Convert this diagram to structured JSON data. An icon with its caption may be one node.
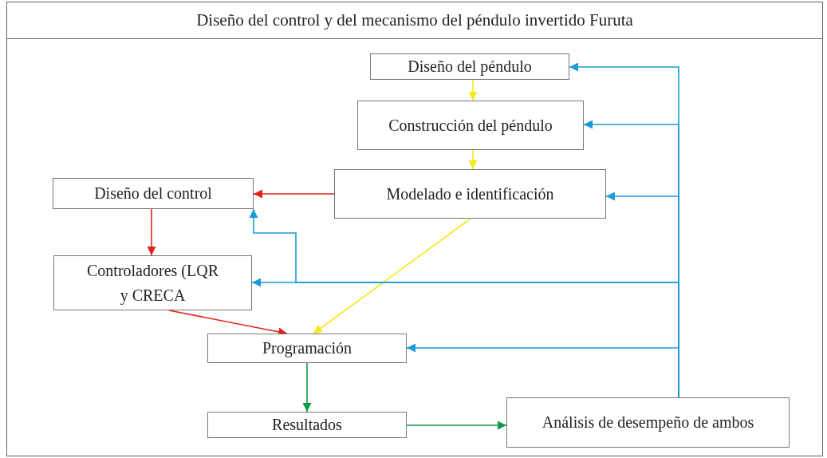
{
  "diagram": {
    "title": "Diseño del control y del mecanismo del péndulo invertido Furuta",
    "nodes": [
      {
        "text": [
          "Diseño del péndulo"
        ]
      },
      {
        "text": [
          "Construcción del péndulo"
        ]
      },
      {
        "text": [
          "Modelado e identificación"
        ]
      },
      {
        "text": [
          "Diseño del control"
        ]
      },
      {
        "text": [
          "Controladores (LQR y CRECA"
        ]
      },
      {
        "text": [
          "Programación"
        ]
      },
      {
        "text": [
          "Resultados"
        ]
      },
      {
        "text": [
          "Análisis de desempeño de ambos"
        ]
      }
    ],
    "edges": [
      {
        "from": 0,
        "to": 1,
        "arrow": "to",
        "color": "#f2ea1c"
      },
      {
        "from": 1,
        "to": 2,
        "arrow": "to",
        "color": "#f2ea1c"
      },
      {
        "from": 2,
        "to": 3,
        "arrow": "to",
        "color": "#e2231a"
      },
      {
        "from": 3,
        "to": 4,
        "arrow": "to",
        "color": "#e2231a"
      },
      {
        "from": 4,
        "to": 5,
        "arrow": "to",
        "color": "#e2231a"
      },
      {
        "from": 2,
        "to": 5,
        "arrow": "to",
        "color": "#f2ea1c"
      },
      {
        "from": 5,
        "to": 6,
        "arrow": "to",
        "color": "#0f9a48"
      },
      {
        "from": 6,
        "to": 7,
        "arrow": "to",
        "color": "#0f9a48"
      },
      {
        "from": 7,
        "to": 0,
        "arrow": "to"
      },
      {
        "from": 7,
        "to": 1,
        "arrow": "to"
      },
      {
        "from": 7,
        "to": 2,
        "arrow": "to"
      },
      {
        "from": 7,
        "to": 3,
        "arrow": "to"
      },
      {
        "from": 7,
        "to": 4,
        "arrow": "to"
      },
      {
        "from": 7,
        "to": 5,
        "arrow": "to"
      }
    ]
  }
}
